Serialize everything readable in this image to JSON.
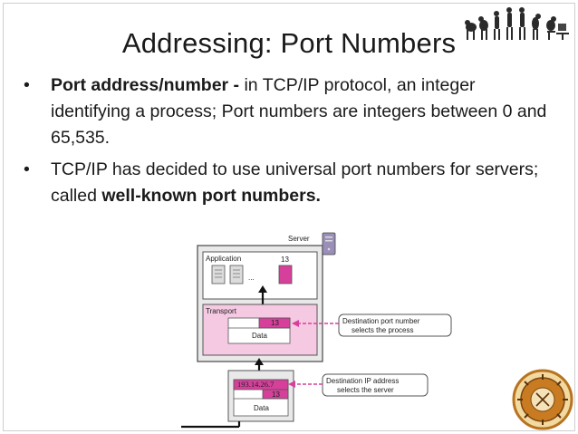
{
  "title": "Addressing: Port Numbers",
  "bullets": [
    {
      "bold": "Port address/number -",
      "text": " in TCP/IP protocol, an integer identifying a process; Port numbers are integers between 0 and 65,535."
    },
    {
      "text": "TCP/IP has decided to use universal port numbers for servers; called ",
      "bold": "well-known port numbers."
    }
  ],
  "diagram": {
    "server_label": "Server",
    "application_label": "Application",
    "ellipsis": "...",
    "process_port": "13",
    "transport_label": "Transport",
    "transport_port": "13",
    "transport_data": "Data",
    "packet_ip": "193.14.26.7",
    "packet_port": "13",
    "packet_data": "Data",
    "callout_port_line1": "Destination port number",
    "callout_port_line2": "selects the process",
    "callout_ip_line1": "Destination IP address",
    "callout_ip_line2": "selects the server"
  },
  "colors": {
    "accent_pink": "#d6409b",
    "light_pink": "#f6c9e2",
    "frame_gray": "#888888"
  },
  "icons": [
    "evolution-silhouette-icon",
    "server-icon",
    "document-icon",
    "college-seal-icon"
  ]
}
